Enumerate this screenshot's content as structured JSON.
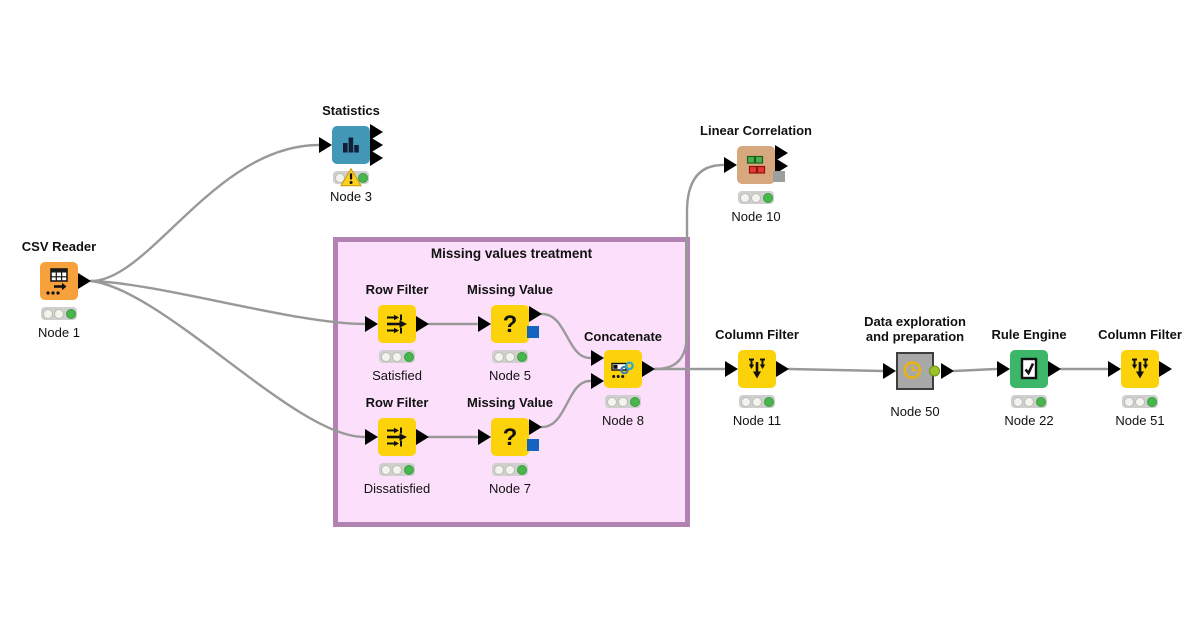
{
  "workflow": {
    "annotation": {
      "title": "Missing values treatment"
    },
    "nodes": {
      "csv_reader": {
        "title": "CSV Reader",
        "label": "Node 1",
        "status": "executed"
      },
      "statistics": {
        "title": "Statistics",
        "label": "Node 3",
        "status": "executed-with-warning"
      },
      "row_filter_satisfied": {
        "title": "Row Filter",
        "label": "Satisfied",
        "status": "executed"
      },
      "missing_value_node5": {
        "title": "Missing Value",
        "label": "Node 5",
        "status": "executed"
      },
      "row_filter_dissatisfied": {
        "title": "Row Filter",
        "label": "Dissatisfied",
        "status": "executed"
      },
      "missing_value_node7": {
        "title": "Missing Value",
        "label": "Node 7",
        "status": "executed"
      },
      "concatenate": {
        "title": "Concatenate",
        "label": "Node 8",
        "status": "executed"
      },
      "linear_correlation": {
        "title": "Linear Correlation",
        "label": "Node 10",
        "status": "executed"
      },
      "column_filter_node11": {
        "title": "Column Filter",
        "label": "Node 11",
        "status": "executed"
      },
      "metanode": {
        "title": "Data exploration\nand preparation",
        "label": "Node 50",
        "status": "executed"
      },
      "rule_engine": {
        "title": "Rule Engine",
        "label": "Node 22",
        "status": "executed"
      },
      "column_filter_node51": {
        "title": "Column Filter",
        "label": "Node 51",
        "status": "executed"
      }
    },
    "colors": {
      "source_node": "#f7a13d",
      "visualizer_node": "#4498b7",
      "manipulator_node": "#fcd20a",
      "predictor_node": "#3cb76a",
      "correlation_node": "#d7a87e",
      "metanode_fill": "#a8a8a8",
      "annotation_fill": "#fce0fb",
      "annotation_border": "#b283b2",
      "connection": "#999999",
      "status_green": "#48b54d",
      "warning_yellow": "#fdd021",
      "model_port_blue": "#1565c0",
      "square_port_gray": "#9e9e9e"
    }
  }
}
